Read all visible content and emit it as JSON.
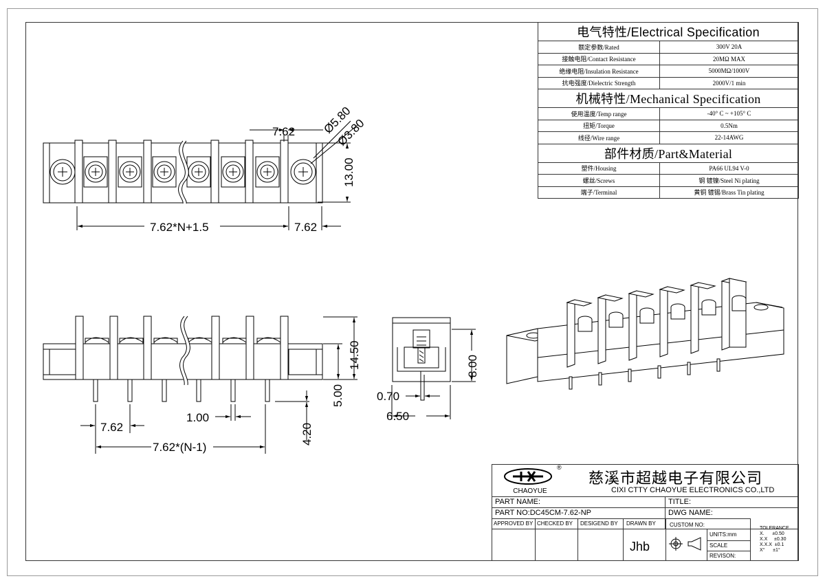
{
  "electrical": {
    "header": "电气特性/Electrical Specification",
    "rows": [
      {
        "label": "额定参数/Rated",
        "value": "300V  20A"
      },
      {
        "label": "接触电阻/Contact Resistance",
        "value": "20MΩ MAX"
      },
      {
        "label": "绝缘电阻/Insulation Resistance",
        "value": "5000MΩ/1000V"
      },
      {
        "label": "抗电强度/Dielectric Strength",
        "value": "2000V/1 min"
      }
    ]
  },
  "mechanical": {
    "header": "机械特性/Mechanical Specification",
    "rows": [
      {
        "label": "使用温度/Temp range",
        "value": "-40° C ~ +105° C"
      },
      {
        "label": "扭矩/Torque",
        "value": "0.5Nm"
      },
      {
        "label": "线径/Wire range",
        "value": "22-14AWG"
      }
    ]
  },
  "material": {
    "header": "部件材质/Part&Material",
    "rows": [
      {
        "label": "塑件/Housing",
        "value": "PA66 UL94 V-0"
      },
      {
        "label": "螺丝/Screws",
        "value": "钢 镀镍/Steel Ni plating"
      },
      {
        "label": "端子/Terminal",
        "value": "黄铜 镀锡/Brass Tin  plating"
      }
    ]
  },
  "dimensions": {
    "top_pitch": "7.62",
    "dia_outer": "Ø5.80",
    "dia_inner": "Ø3.80",
    "top_height": "13.00",
    "overall_len": "7.62*N+1.5",
    "end_len": "7.62",
    "front_pitch": "7.62",
    "pin_width": "1.00",
    "pin_span": "7.62*(N-1)",
    "height_total": "14.50",
    "height_base": "5.00",
    "pin_len": "4.20",
    "side_pin": "0.70",
    "side_width": "6.50",
    "side_height": "8.00"
  },
  "title_block": {
    "company_cn": "慈溪市超越电子有限公司",
    "company_en": "CIXI CTTY CHAOYUE ELECTRONICS CO.,LTD",
    "logo_text": "CHAOYUE",
    "logo_mark": "®",
    "part_name_label": "PART NAME:",
    "title_label": "TITLE:",
    "part_no": "PART NO:DC45CM-7.62-NP",
    "dwg_name_label": "DWG NAME:",
    "approved_by": "APPROVED BY",
    "checked_by": "CHECKED BY",
    "designed_by": "DESIGEND BY",
    "drawn_by": "DRAWN BY",
    "custom_no": "CUSTOM NO:",
    "drawer": "Jhb",
    "units": "UNITS:mm",
    "scale": "SCALE",
    "revision": "REVISON:",
    "tolerance_title": "TOLERANCE",
    "tolerances": [
      "X.      ±0.50",
      "X.X     ±0.30",
      "X.X.X  ±0.1",
      "X°      ±1°"
    ]
  }
}
